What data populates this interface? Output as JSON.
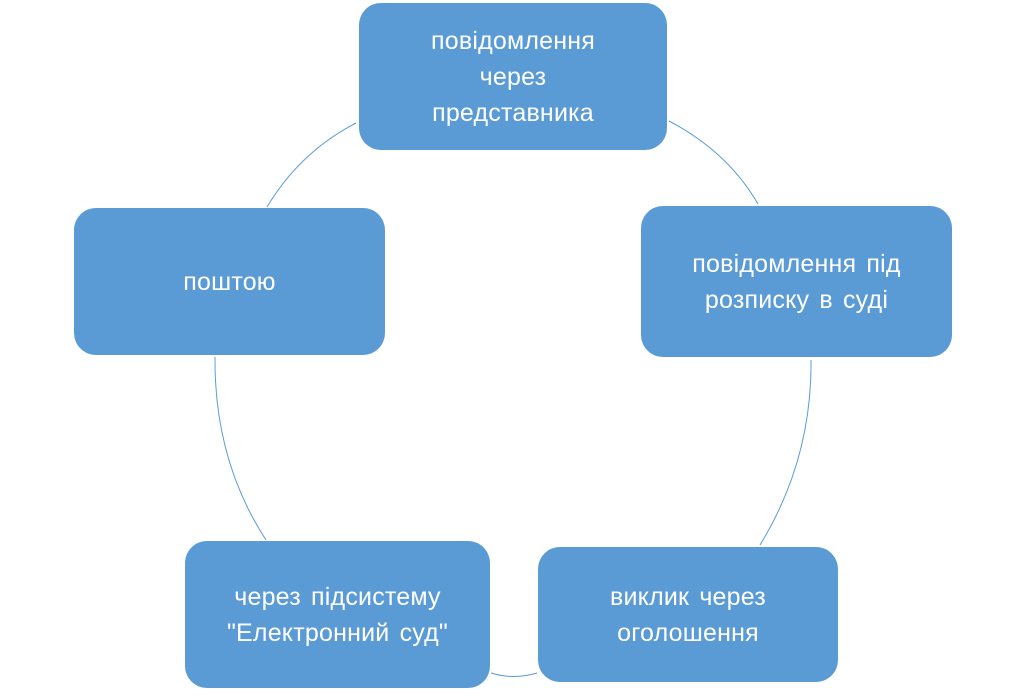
{
  "colors": {
    "node_fill": "#5b9bd5",
    "node_text": "#ffffff",
    "connector": "#5b9bd5"
  },
  "nodes": [
    {
      "id": "node-1",
      "label": "повідомлення через представника"
    },
    {
      "id": "node-2",
      "label": "повідомлення під розписку в суді"
    },
    {
      "id": "node-3",
      "label": "виклик через оголошення"
    },
    {
      "id": "node-4",
      "label": "через підсистему \"Електронний суд\""
    },
    {
      "id": "node-5",
      "label": "поштою"
    }
  ]
}
